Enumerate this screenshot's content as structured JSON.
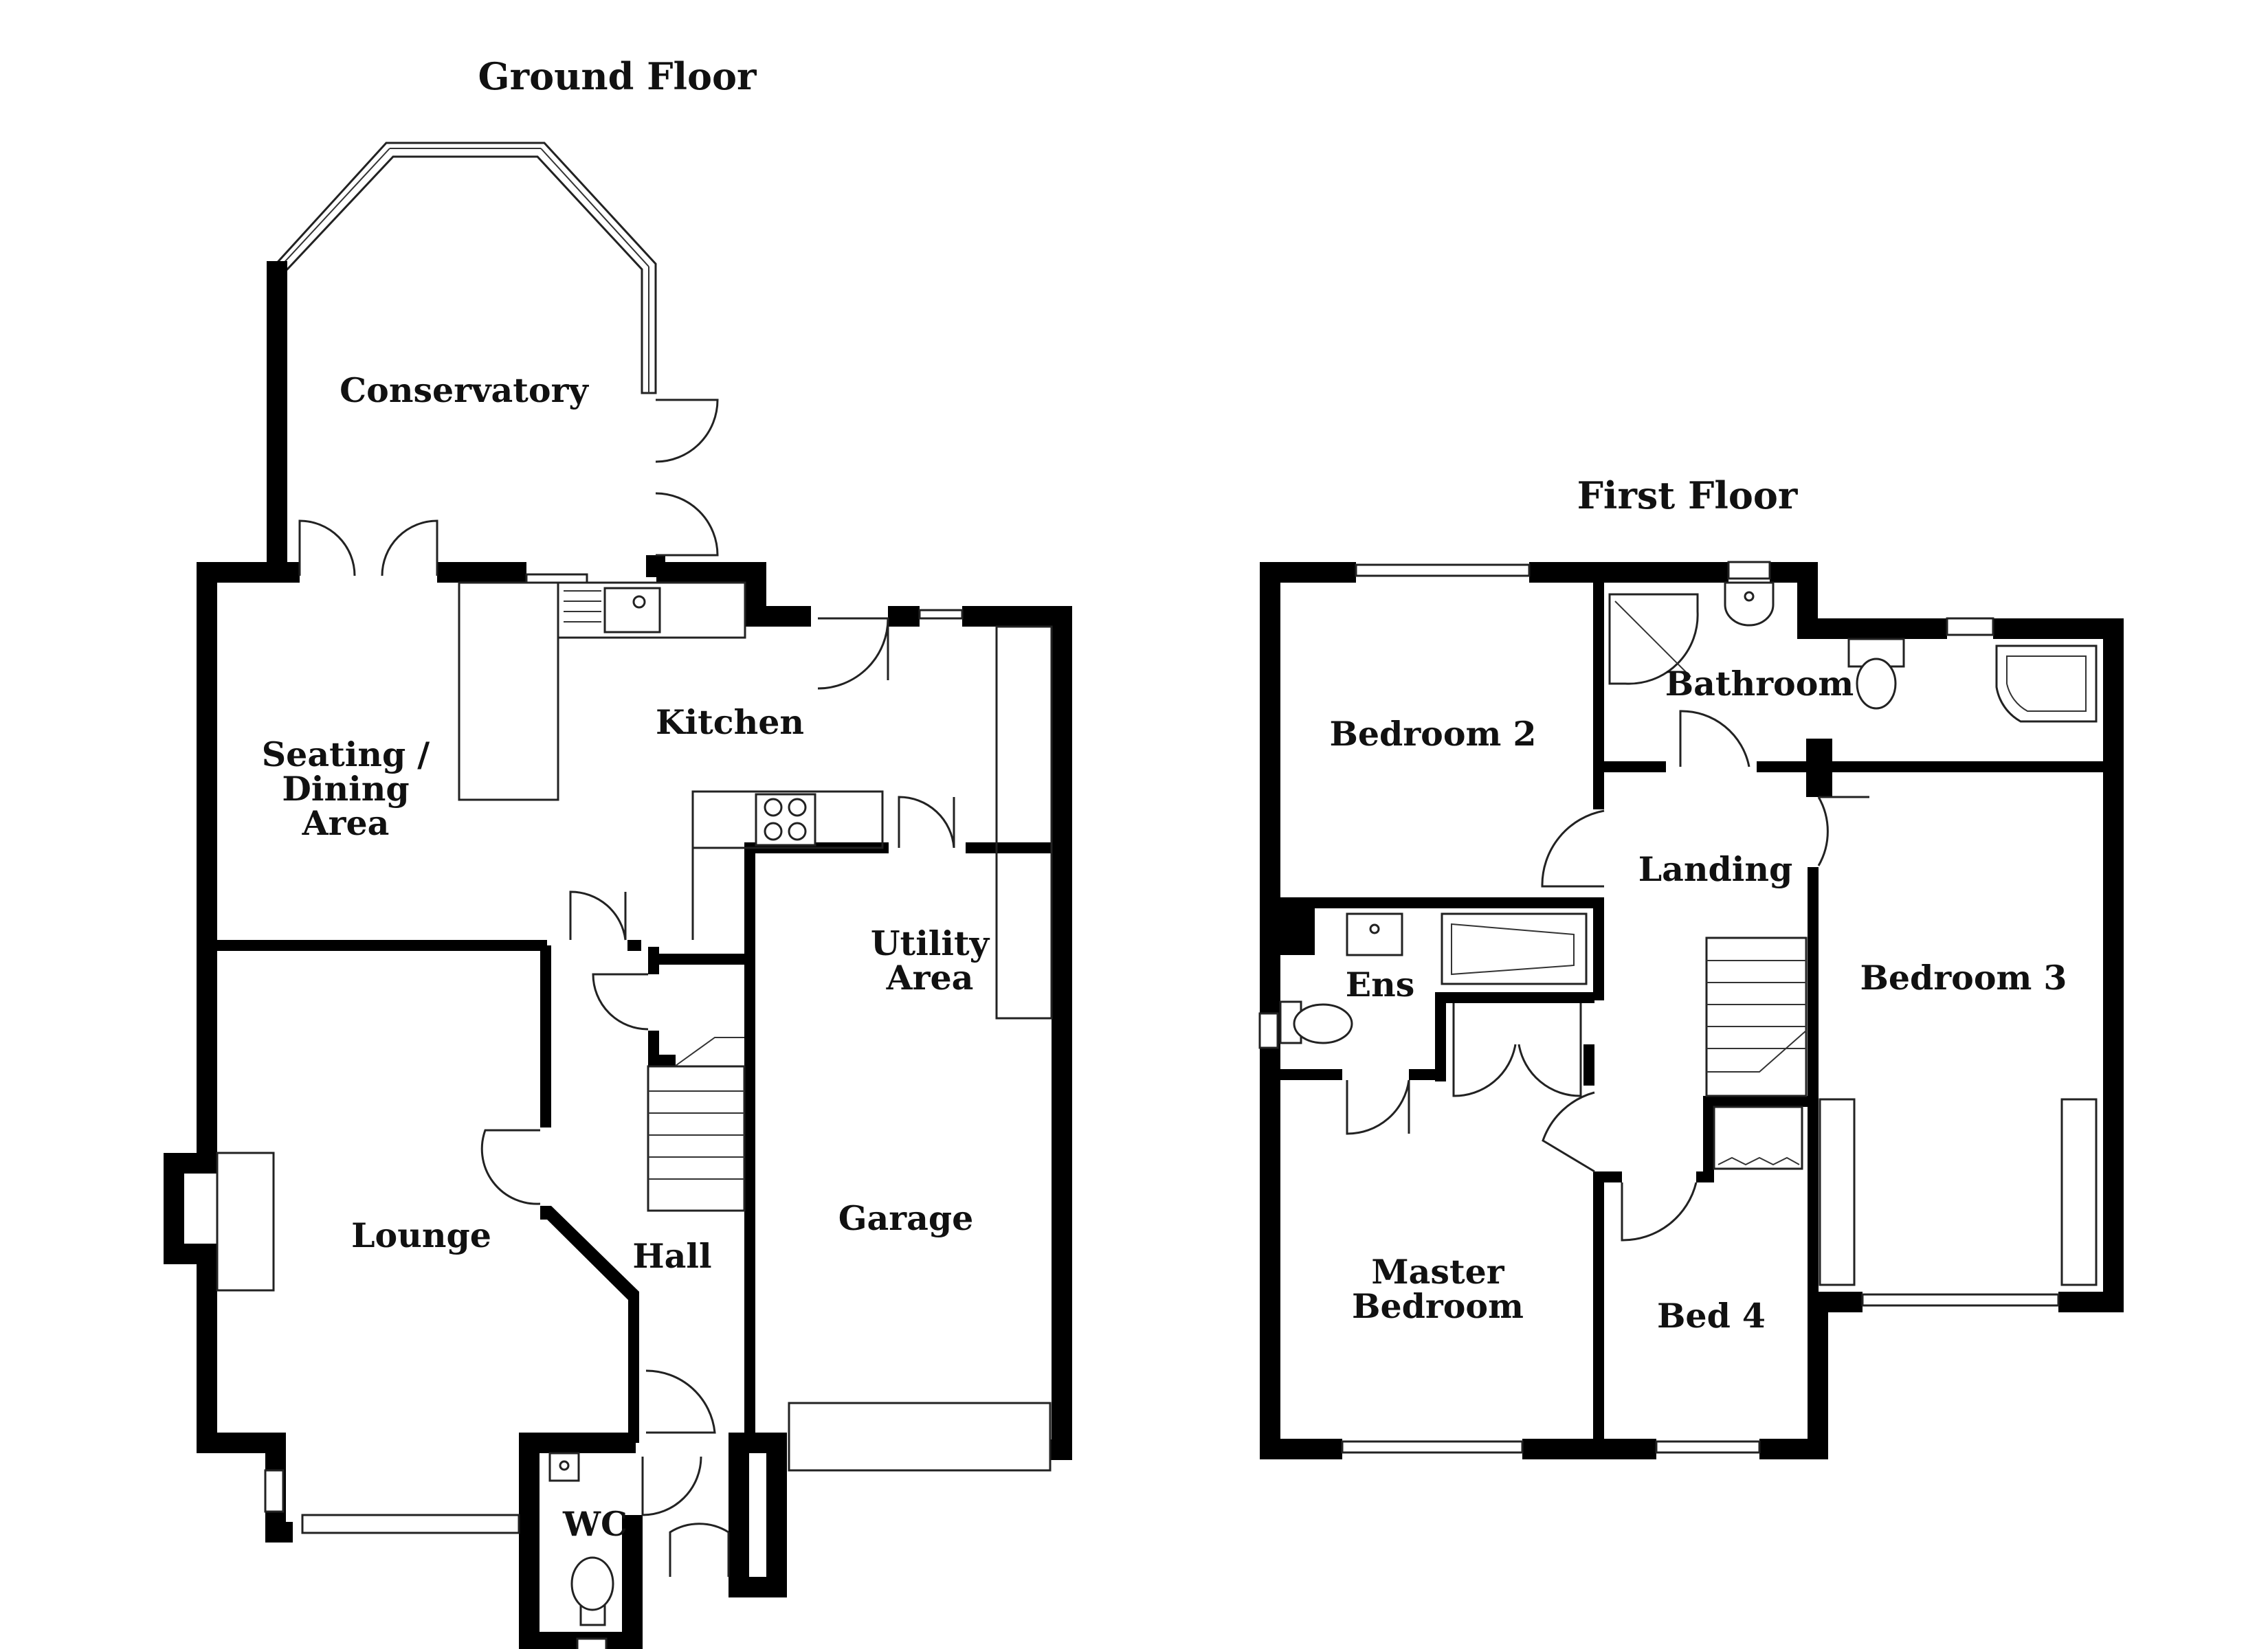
{
  "floors": {
    "ground": {
      "title": "Ground Floor",
      "rooms": {
        "conservatory": "Conservatory",
        "seating_line1": "Seating /",
        "seating_line2": "Dining",
        "seating_line3": "Area",
        "kitchen": "Kitchen",
        "utility_line1": "Utility",
        "utility_line2": "Area",
        "lounge": "Lounge",
        "hall": "Hall",
        "garage": "Garage",
        "wc": "WC"
      }
    },
    "first": {
      "title": "First Floor",
      "rooms": {
        "bedroom2": "Bedroom 2",
        "bathroom": "Bathroom",
        "landing": "Landing",
        "ens": "Ens",
        "bedroom3": "Bedroom 3",
        "master_line1": "Master",
        "master_line2": "Bedroom",
        "bed4": "Bed 4"
      }
    }
  }
}
